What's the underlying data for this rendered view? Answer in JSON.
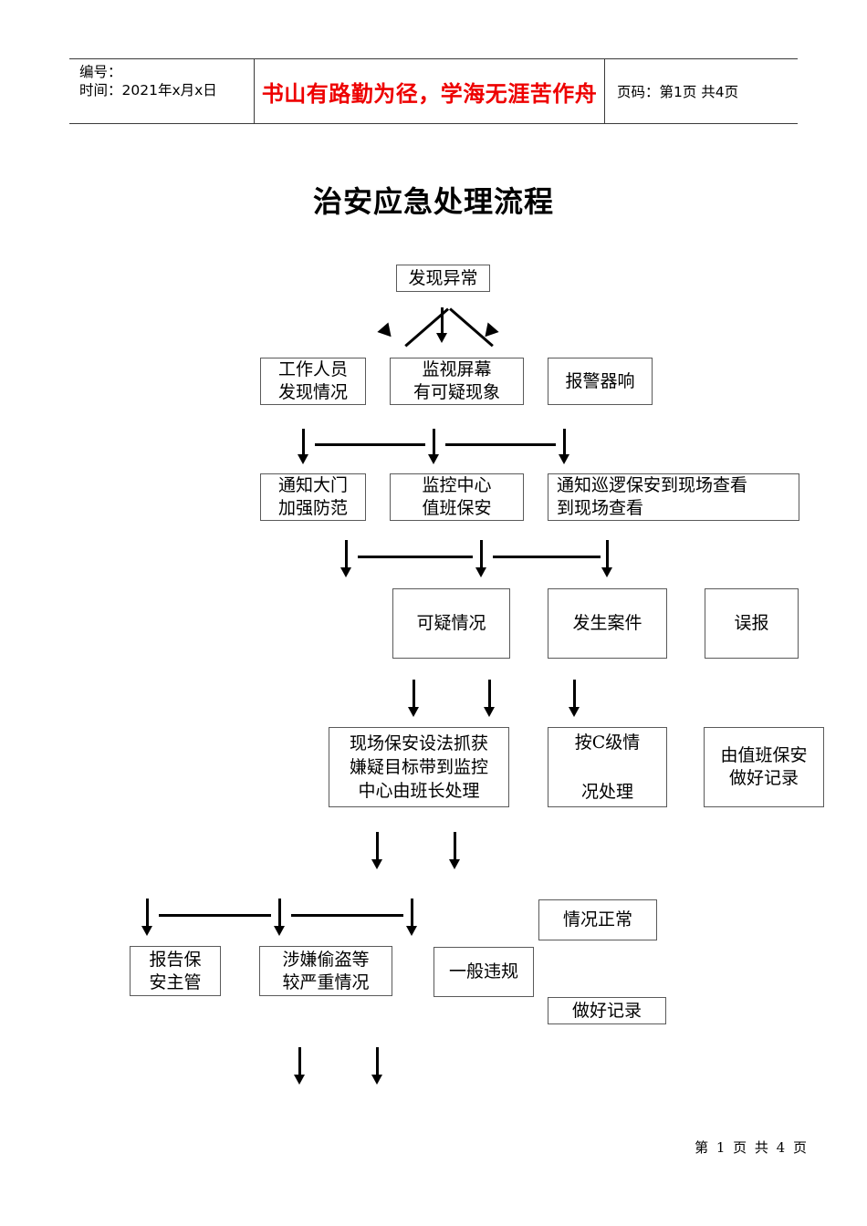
{
  "header": {
    "id_label": "编号：",
    "time_label": "时间：2021年x月x日",
    "slogan": "书山有路勤为径，学海无涯苦作舟",
    "page_info": "页码：第1页 共4页",
    "slogan_color": "#ee0000"
  },
  "title": "治安应急处理流程",
  "footer": {
    "page_info": "第 1 页 共 4 页"
  },
  "chart_data": {
    "type": "diagram",
    "title": "治安应急处理流程",
    "nodes": [
      {
        "id": "n1",
        "label": "发现异常",
        "row": 1,
        "col": 2
      },
      {
        "id": "n2",
        "label": "工作人员\n发现情况",
        "row": 2,
        "col": 1
      },
      {
        "id": "n3",
        "label": "监视屏幕\n有可疑现象",
        "row": 2,
        "col": 2
      },
      {
        "id": "n4",
        "label": "报警器响",
        "row": 2,
        "col": 3
      },
      {
        "id": "n5",
        "label": "通知大门\n加强防范",
        "row": 3,
        "col": 1
      },
      {
        "id": "n6",
        "label": "监控中心\n值班保安",
        "row": 3,
        "col": 2
      },
      {
        "id": "n7",
        "label": "通知巡逻保安到现场查看\n到现场查看",
        "row": 3,
        "col": 3
      },
      {
        "id": "n8",
        "label": "可疑情况",
        "row": 4,
        "col": 1
      },
      {
        "id": "n9",
        "label": "发生案件",
        "row": 4,
        "col": 2
      },
      {
        "id": "n10",
        "label": "误报",
        "row": 4,
        "col": 3
      },
      {
        "id": "n11",
        "label": "现场保安设法抓获\n嫌疑目标带到监控\n中心由班长处理",
        "row": 5,
        "col": 1
      },
      {
        "id": "n12",
        "label": "按C级情\n\n况处理",
        "row": 5,
        "col": 2
      },
      {
        "id": "n13",
        "label": "由值班保安\n做好记录",
        "row": 5,
        "col": 3
      },
      {
        "id": "n14",
        "label": "报告保\n安主管",
        "row": 6,
        "col": 1
      },
      {
        "id": "n15",
        "label": "涉嫌偷盗等\n较严重情况",
        "row": 6,
        "col": 2
      },
      {
        "id": "n16",
        "label": "一般违规",
        "row": 6,
        "col": 3
      },
      {
        "id": "n17",
        "label": "情况正常",
        "row": 6,
        "col": 4
      },
      {
        "id": "n18",
        "label": "做好记录",
        "row": 7,
        "col": 4
      }
    ],
    "edges": [
      {
        "from": "n1",
        "to": "n2",
        "style": "diagonal-left"
      },
      {
        "from": "n1",
        "to": "n3",
        "style": "vertical"
      },
      {
        "from": "n1",
        "to": "n4",
        "style": "diagonal-right"
      },
      {
        "from": "n2",
        "to": "n5",
        "style": "vertical"
      },
      {
        "from": "n3",
        "to": "n6",
        "style": "vertical"
      },
      {
        "from": "n4",
        "to": "n7",
        "style": "vertical"
      },
      {
        "from": "n5",
        "to": "n8",
        "style": "vertical"
      },
      {
        "from": "n6",
        "to": "n9",
        "style": "vertical"
      },
      {
        "from": "n7",
        "to": "n10",
        "style": "vertical"
      },
      {
        "from": "n8",
        "to": "n11",
        "style": "vertical"
      },
      {
        "from": "n9",
        "to": "n12",
        "style": "vertical"
      },
      {
        "from": "n11",
        "to": "n14",
        "style": "vertical"
      },
      {
        "from": "n11",
        "to": "n15",
        "style": "vertical"
      }
    ]
  }
}
